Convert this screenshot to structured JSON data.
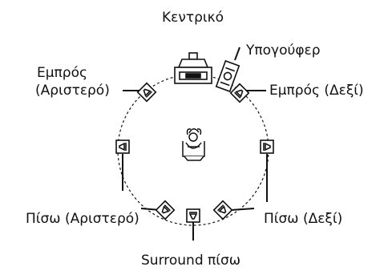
{
  "labels": {
    "center": "Κεντρικό",
    "subwoofer": "Υπογούφερ",
    "front_left_line1": "Εμπρός",
    "front_left_line2": "(Αριστερό)",
    "front_right": "Εμπρός (Δεξί)",
    "surround_left": "Πίσω (Αριστερό)",
    "surround_right": "Πίσω (Δεξί)",
    "surround_back": "Surround πίσω"
  },
  "icons": {
    "listener": "listener-icon",
    "speaker": "speaker-icon",
    "subwoofer": "subwoofer-icon"
  },
  "colors": {
    "line": "#111111",
    "background": "#ffffff"
  }
}
